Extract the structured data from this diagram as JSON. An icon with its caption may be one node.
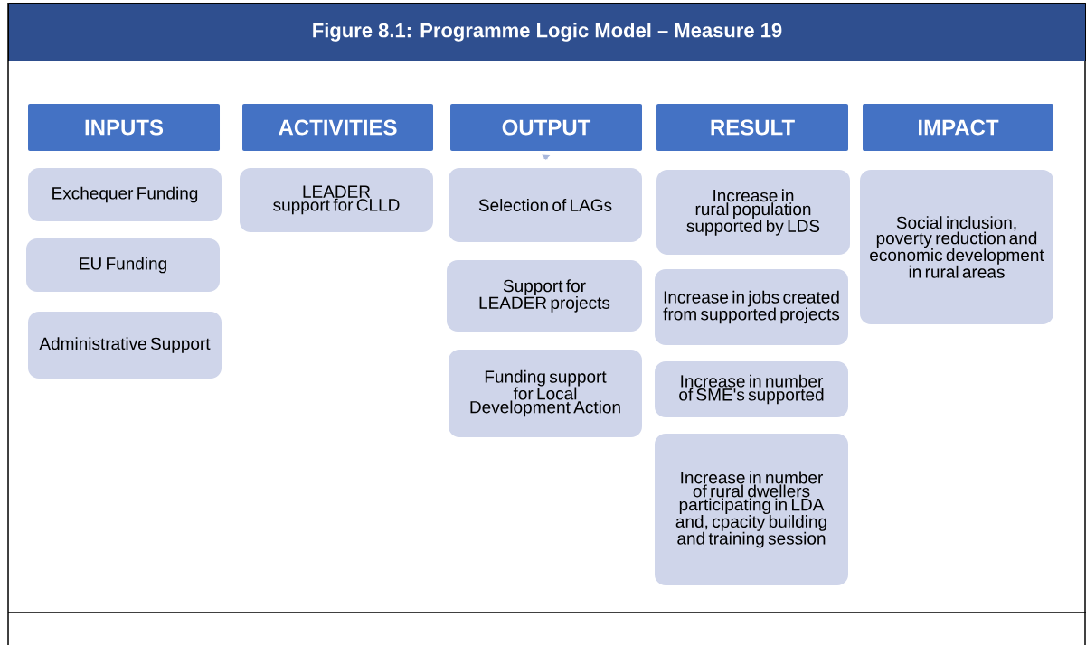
{
  "diagram": {
    "title": "Figure 8.1: Programme Logic Model – Measure 19",
    "nodes": [
      {
        "text": [
          "INPUTS"
        ]
      },
      {
        "text": [
          "ACTIVITIES"
        ]
      },
      {
        "text": [
          "OUTPUT"
        ]
      },
      {
        "text": [
          "RESULT"
        ]
      },
      {
        "text": [
          "IMPACT"
        ]
      },
      {
        "text": [
          "Exchequer Funding"
        ]
      },
      {
        "text": [
          "EU Funding"
        ]
      },
      {
        "text": [
          "Administrative Support"
        ]
      },
      {
        "text": [
          "LEADER support for CLLD"
        ]
      },
      {
        "text": [
          "Selection of LAGs"
        ]
      },
      {
        "text": [
          "Support for LEADER projects"
        ]
      },
      {
        "text": [
          "Funding support for Local Development Action"
        ]
      },
      {
        "text": [
          "Increase in rural population supported by LDS"
        ]
      },
      {
        "text": [
          "Increase in jobs created from supported projects"
        ]
      },
      {
        "text": [
          "Increase in number of SME's supported"
        ]
      },
      {
        "text": [
          "Increase in number of rural dwellers participating in LDA and, cpacity building and training session"
        ]
      },
      {
        "text": [
          "Social inclusion, poverty reduction and economic development in rural areas"
        ]
      }
    ],
    "edges": [
      {
        "from": 2,
        "to": 9,
        "arrow": "to"
      }
    ]
  }
}
